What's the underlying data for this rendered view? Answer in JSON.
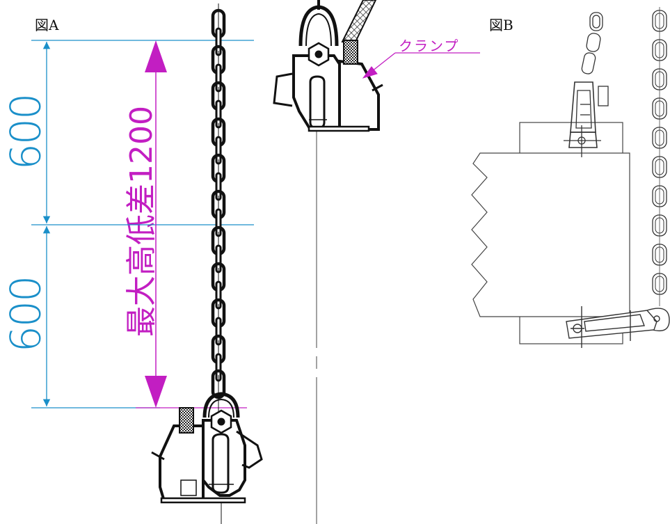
{
  "figure_a": {
    "label": "図A"
  },
  "figure_b": {
    "label": "図B"
  },
  "dimensions": {
    "upper": "600",
    "lower": "600"
  },
  "max_height_difference": {
    "text": "最大高低差1200"
  },
  "clamp": {
    "label": "クランプ"
  },
  "colors": {
    "dimension": "#1a8fc9",
    "highlight": "#c21ec2",
    "line": "#111111"
  }
}
